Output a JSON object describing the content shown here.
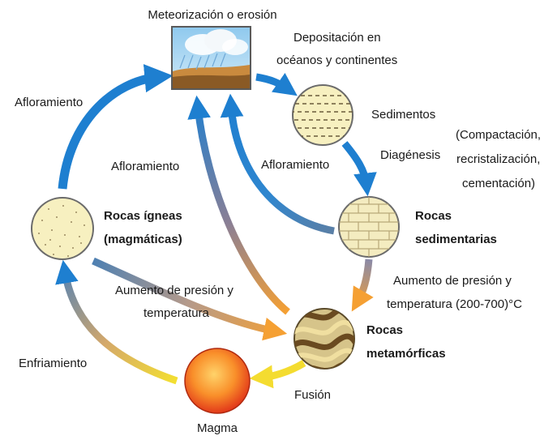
{
  "nodes": {
    "weathering": "Meteorización o erosión",
    "sediments": "Sedimentos",
    "sedimentary_line1": "Rocas",
    "sedimentary_line2": "sedimentarias",
    "igneous_line1": "Rocas  ígneas",
    "igneous_line2": "(magmáticas)",
    "metamorphic_line1": "Rocas",
    "metamorphic_line2": "metamórficas",
    "magma": "Magma"
  },
  "processes": {
    "deposition_line1": "Depositación en",
    "deposition_line2": "océanos y continentes",
    "diagenesis": "Diagénesis",
    "diagenesis_detail_1": "(Compactación,",
    "diagenesis_detail_2": "recristalización,",
    "diagenesis_detail_3": "cementación)",
    "uplift_left": "Afloramiento",
    "uplift_middle": "Afloramiento",
    "uplift_right": "Afloramiento",
    "pressure_left_1": "Aumento de presión y",
    "pressure_left_2": "temperatura",
    "pressure_right_1": "Aumento de presión y",
    "pressure_right_2": "temperatura (200-700)°C",
    "melting": "Fusión",
    "cooling": "Enfriamiento"
  },
  "colors": {
    "arrow_blue": "#1e7fd0",
    "arrow_orange": "#f5a033",
    "arrow_yellow": "#f4e030",
    "rock_fill": "#f7f0c0",
    "magma_core": "#ffb14a",
    "magma_edge": "#e8401c"
  },
  "icons": {
    "weathering": "rain-cloud-landscape-icon",
    "sediments": "dashed-sediment-circle-icon",
    "sedimentary": "brick-layer-circle-icon",
    "igneous": "speckled-circle-icon",
    "metamorphic": "folded-layer-circle-icon",
    "magma": "molten-sphere-icon"
  }
}
